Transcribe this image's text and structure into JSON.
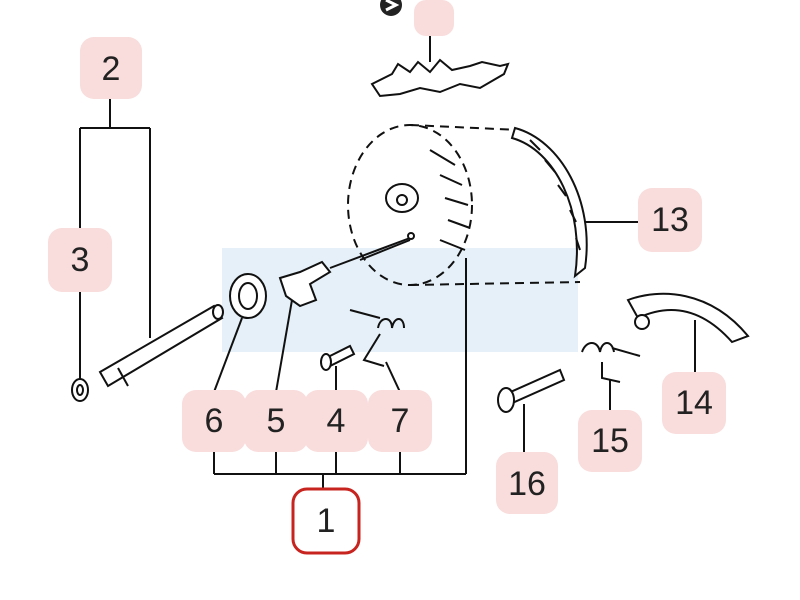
{
  "callouts": {
    "c1": "1",
    "c2": "2",
    "c3": "3",
    "c4": "4",
    "c5": "5",
    "c6": "6",
    "c7": "7",
    "c13": "13",
    "c14": "14",
    "c15": "15",
    "c16": "16"
  },
  "colors": {
    "callout_fill": "#f9dcdc",
    "highlight_border": "#c8241f",
    "overlay": "#dcebf5"
  }
}
